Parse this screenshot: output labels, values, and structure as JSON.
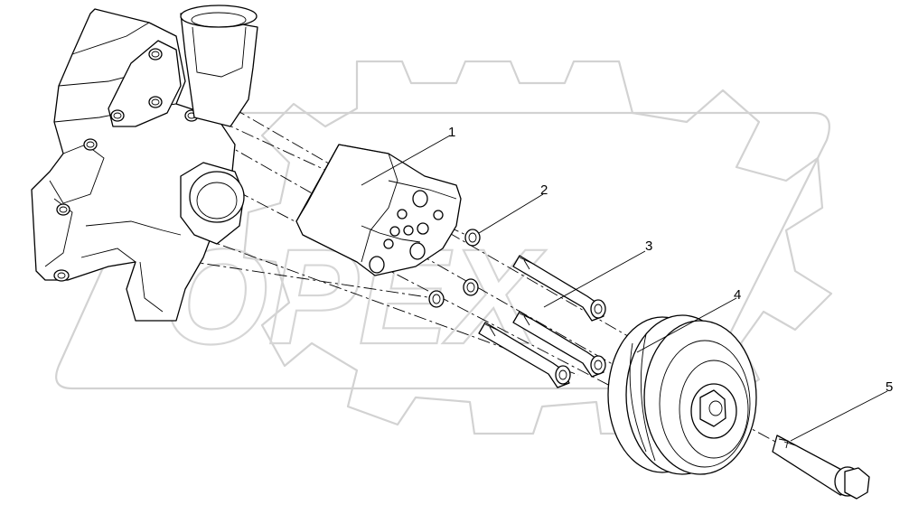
{
  "watermark": {
    "text": "OPEX"
  },
  "corner_note": "",
  "callouts": [
    {
      "id": "1",
      "label": "1"
    },
    {
      "id": "2",
      "label": "2"
    },
    {
      "id": "3",
      "label": "3"
    },
    {
      "id": "4",
      "label": "4"
    },
    {
      "id": "5",
      "label": "5"
    }
  ]
}
